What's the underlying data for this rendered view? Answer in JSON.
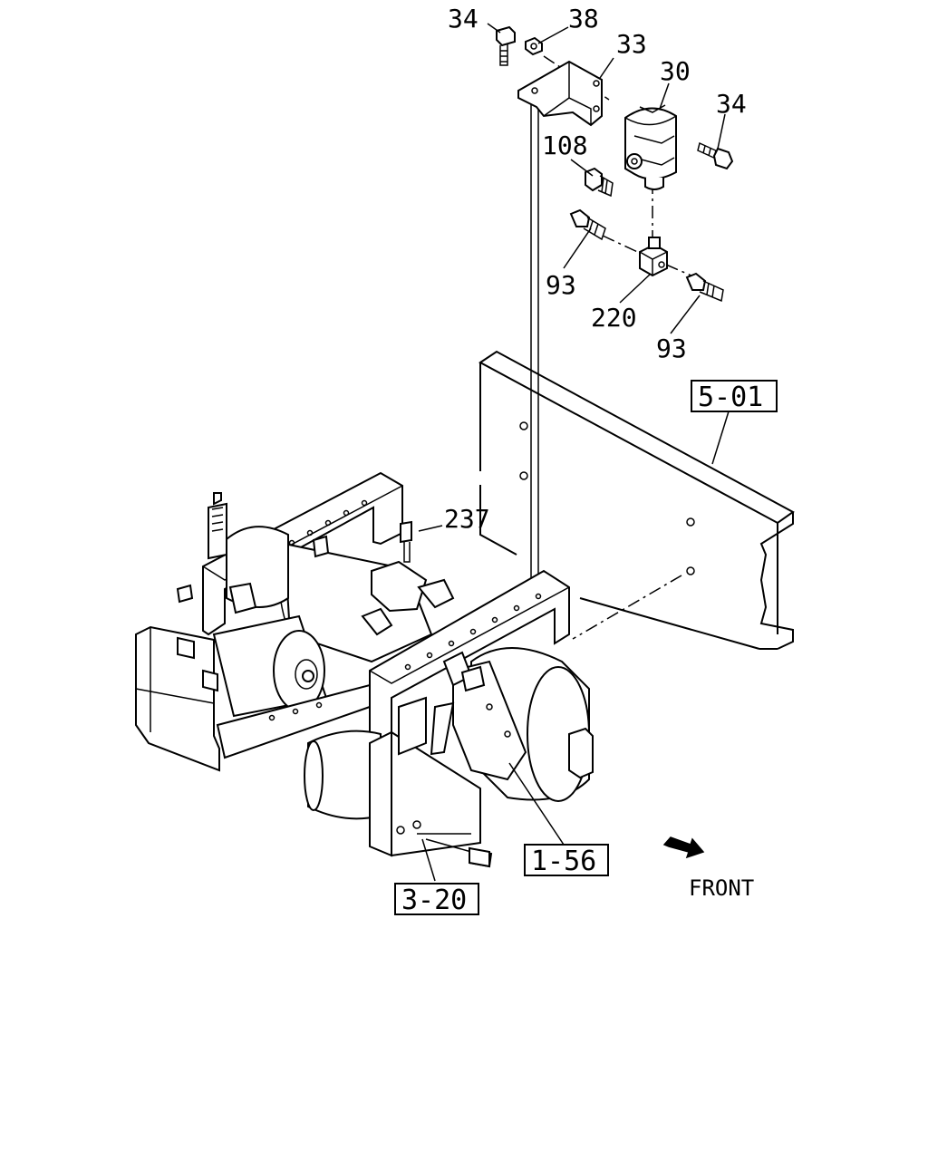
{
  "callouts": {
    "c34_top": "34",
    "c38": "38",
    "c33": "33",
    "c30": "30",
    "c34_right": "34",
    "c108": "108",
    "c93_left": "93",
    "c220": "220",
    "c93_right": "93",
    "c237": "237"
  },
  "references": {
    "r5_01": "5-01",
    "r1_56": "1-56",
    "r3_20": "3-20"
  },
  "direction": {
    "front_label": "FRONT"
  }
}
